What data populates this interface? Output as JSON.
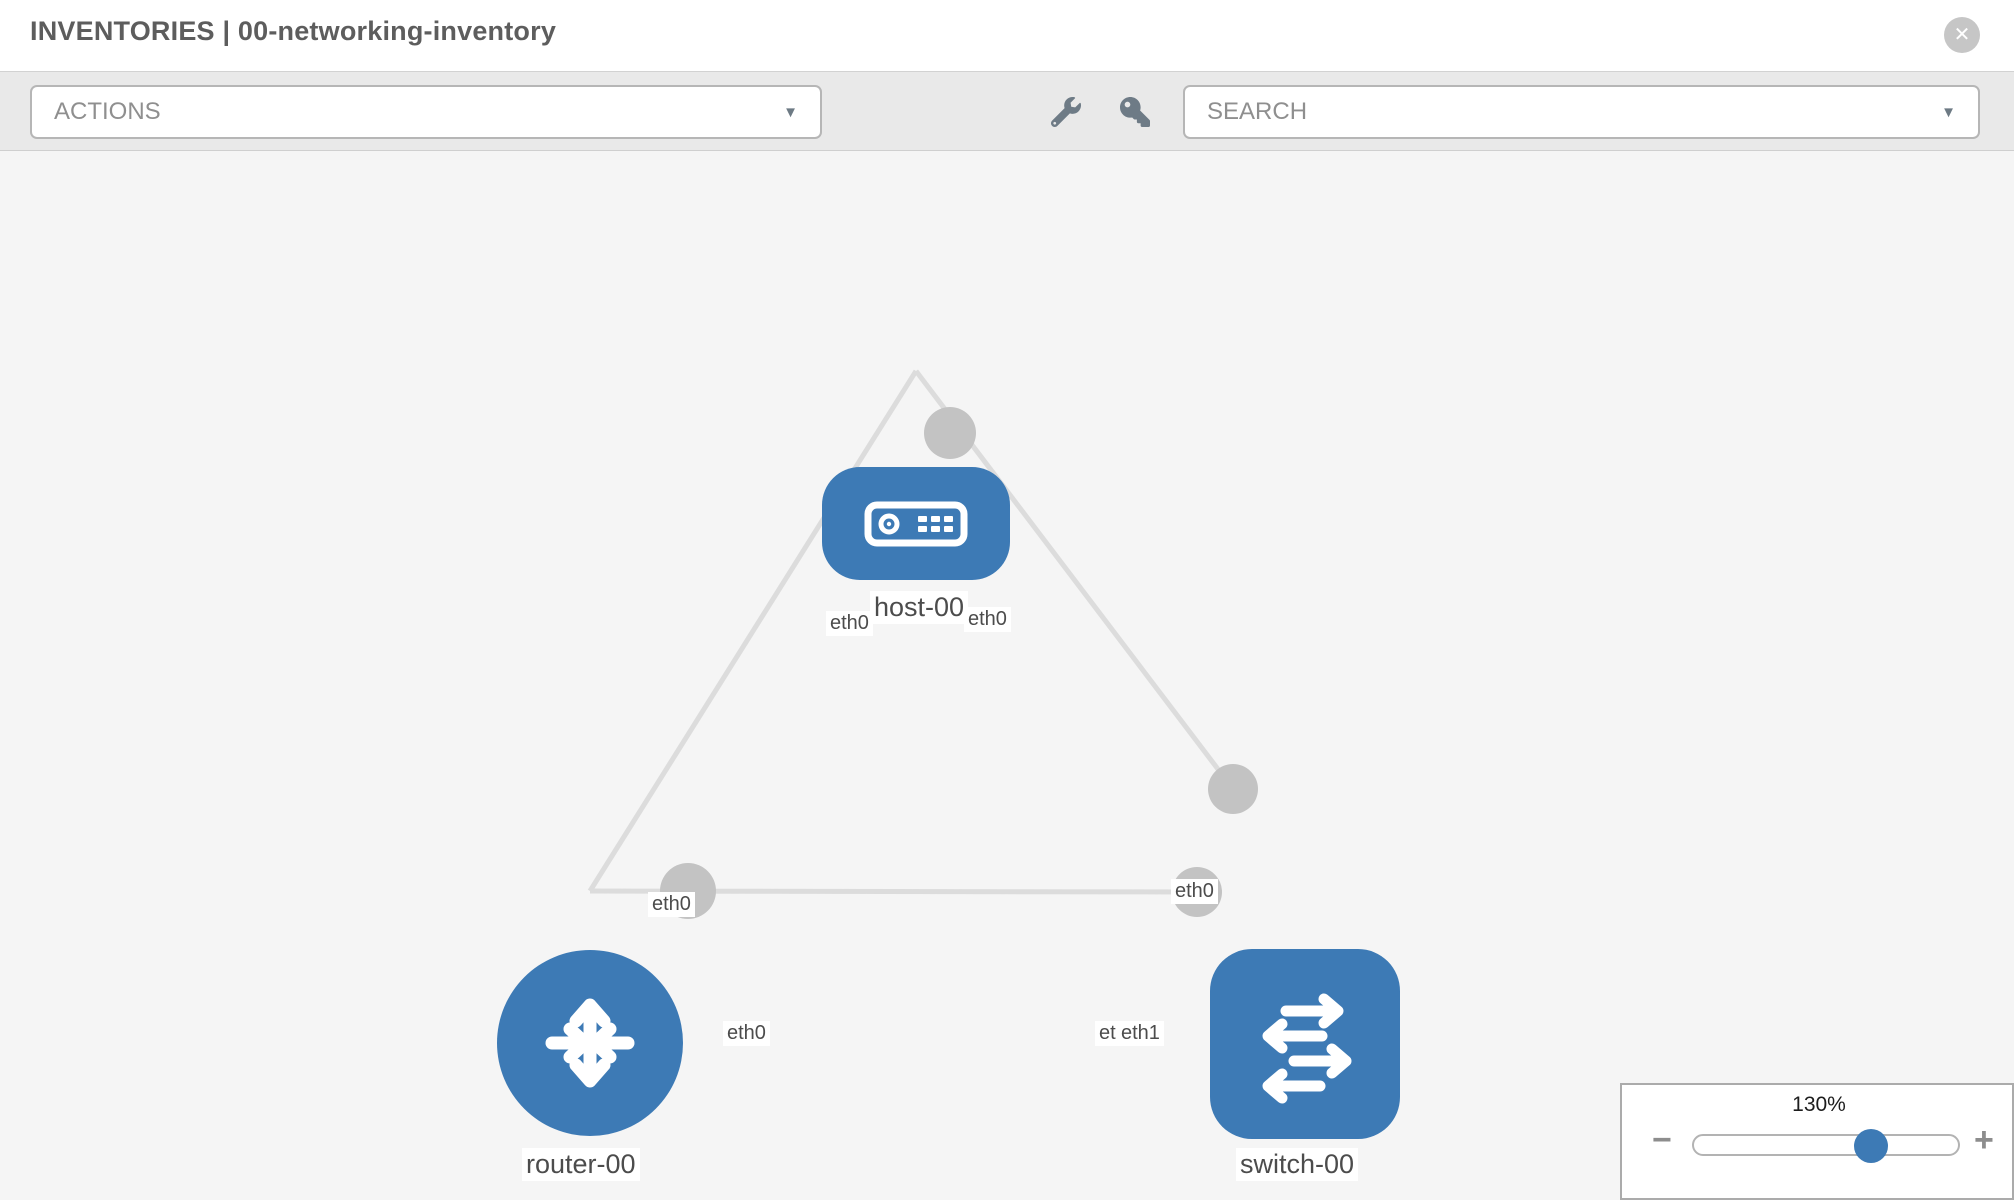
{
  "header": {
    "title": "INVENTORIES | 00-networking-inventory",
    "close_glyph": "✕"
  },
  "toolbar": {
    "actions_label": "ACTIONS",
    "search_label": "SEARCH",
    "caret_glyph": "▼",
    "tools": [
      {
        "icon": "wrench-icon"
      },
      {
        "icon": "key-icon"
      }
    ]
  },
  "topology": {
    "nodes": [
      {
        "id": "host-00",
        "label": "host-00",
        "type": "host",
        "icon": "server-icon",
        "shape": "rounded-rect"
      },
      {
        "id": "router-00",
        "label": "router-00",
        "type": "router",
        "icon": "router-arrows-icon",
        "shape": "circle"
      },
      {
        "id": "switch-00",
        "label": "switch-00",
        "type": "switch",
        "icon": "switch-arrows-icon",
        "shape": "rounded-square"
      }
    ],
    "links": [
      {
        "from": "host-00",
        "from_interface": "eth0",
        "to": "router-00",
        "to_interface": "eth0"
      },
      {
        "from": "host-00",
        "from_interface": "eth0",
        "to": "switch-00",
        "to_interface": "eth0"
      },
      {
        "from": "router-00",
        "from_interface": "eth0",
        "to": "switch-00",
        "to_interface": "eth1",
        "to_interface_overlapped": "eth0"
      }
    ]
  },
  "zoom": {
    "level": "130%",
    "minus_glyph": "−",
    "plus_glyph": "+"
  },
  "colors": {
    "node_blue": "#3d7ab5",
    "connector_gray": "#c3c3c3",
    "link_gray": "#dcdcdc",
    "toolbar_bg": "#e9e9e9",
    "canvas_bg": "#f5f5f5",
    "title_text": "#5d5d5d",
    "placeholder_text": "#8f8f8f",
    "icon_slate": "#6e7b86"
  }
}
